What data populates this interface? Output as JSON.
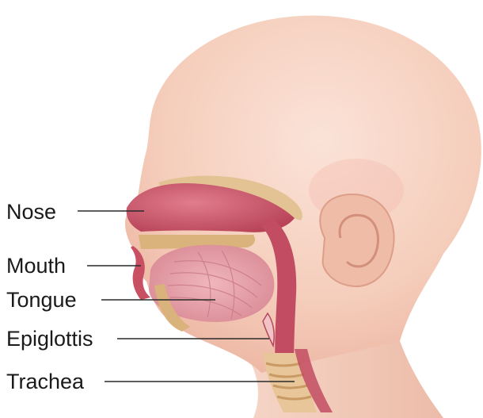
{
  "labels": {
    "nose": "Nose",
    "mouth": "Mouth",
    "tongue": "Tongue",
    "epiglottis": "Epiglottis",
    "trachea": "Trachea"
  },
  "colors": {
    "skin": "#f4c9b6",
    "skin_shadow": "#e9ad98",
    "cavity": "#c8566a",
    "tissue": "#e8a3aa",
    "bone": "#d9b27c",
    "label_text": "#1a1a1a"
  }
}
